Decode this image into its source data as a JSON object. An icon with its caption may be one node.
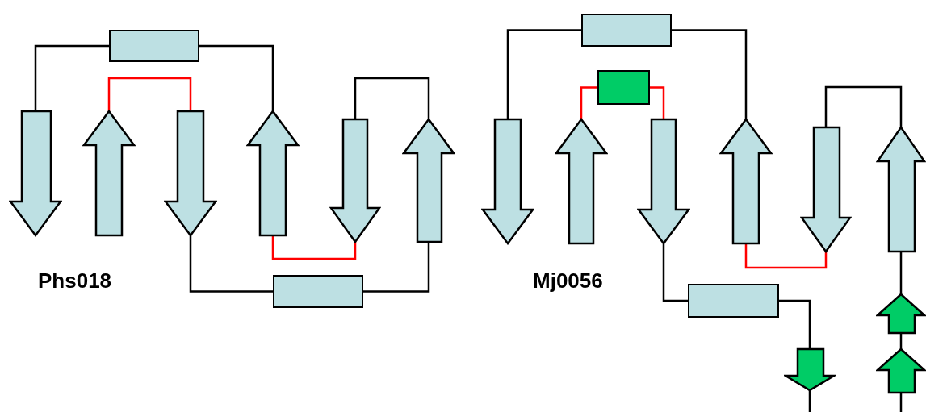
{
  "diagram": {
    "nodes": [
      {
        "text": [],
        "shape": "box"
      },
      {
        "text": [],
        "shape": "arrow"
      },
      {
        "text": [],
        "shape": "arrow"
      },
      {
        "text": [],
        "shape": "arrow"
      },
      {
        "text": [],
        "shape": "arrow"
      },
      {
        "text": [],
        "shape": "arrow"
      },
      {
        "text": [],
        "shape": "arrow"
      },
      {
        "text": [],
        "shape": "box"
      },
      {
        "text": [],
        "shape": "box"
      },
      {
        "text": [],
        "shape": "box"
      },
      {
        "text": [],
        "shape": "arrow"
      },
      {
        "text": [],
        "shape": "arrow"
      },
      {
        "text": [],
        "shape": "arrow"
      },
      {
        "text": [],
        "shape": "arrow"
      },
      {
        "text": [],
        "shape": "arrow"
      },
      {
        "text": [],
        "shape": "arrow"
      },
      {
        "text": [],
        "shape": "box"
      },
      {
        "text": [],
        "shape": "arrow"
      },
      {
        "text": [],
        "shape": "arrow"
      },
      {
        "text": [],
        "shape": "arrow"
      }
    ],
    "edges": [
      {
        "from": 1,
        "to": 0,
        "arrow": "none"
      },
      {
        "from": 0,
        "to": 4,
        "arrow": "none"
      },
      {
        "from": 2,
        "to": 3,
        "arrow": "none",
        "color": "#ff0000"
      },
      {
        "from": 3,
        "to": 7,
        "arrow": "none"
      },
      {
        "from": 7,
        "to": 6,
        "arrow": "none"
      },
      {
        "from": 4,
        "to": 5,
        "arrow": "none",
        "color": "#ff0000"
      },
      {
        "from": 5,
        "to": 6,
        "arrow": "none"
      },
      {
        "from": 10,
        "to": 8,
        "arrow": "none"
      },
      {
        "from": 8,
        "to": 13,
        "arrow": "none"
      },
      {
        "from": 11,
        "to": 9,
        "arrow": "none",
        "color": "#ff0000"
      },
      {
        "from": 9,
        "to": 12,
        "arrow": "none",
        "color": "#ff0000"
      },
      {
        "from": 12,
        "to": 16,
        "arrow": "none"
      },
      {
        "from": 16,
        "to": 18,
        "arrow": "none"
      },
      {
        "from": 18,
        "to": null,
        "arrow": "none"
      },
      {
        "from": 13,
        "to": 14,
        "arrow": "none",
        "color": "#ff0000"
      },
      {
        "from": 14,
        "to": 15,
        "arrow": "none"
      },
      {
        "from": 15,
        "to": 17,
        "arrow": "none"
      },
      {
        "from": 17,
        "to": 19,
        "arrow": "none"
      },
      {
        "from": 19,
        "to": null,
        "arrow": "none"
      }
    ],
    "labels": [
      "Phs018",
      "Mj0056"
    ]
  }
}
